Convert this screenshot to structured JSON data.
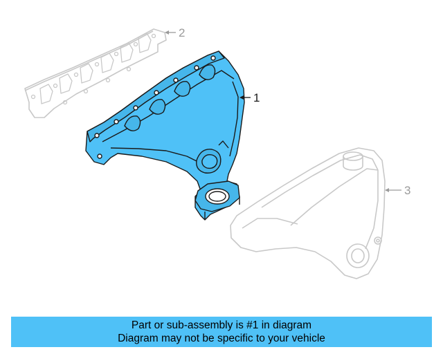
{
  "diagram": {
    "callouts": [
      {
        "number": "1"
      },
      {
        "number": "2"
      },
      {
        "number": "3"
      }
    ],
    "colors": {
      "highlight": "#4fc1f7",
      "outline": "#1a1a1a",
      "ghost": "#c8c8c8"
    }
  },
  "banner": {
    "line1": "Part or sub-assembly is #1 in diagram",
    "line2": "Diagram may not be specific to your vehicle"
  }
}
